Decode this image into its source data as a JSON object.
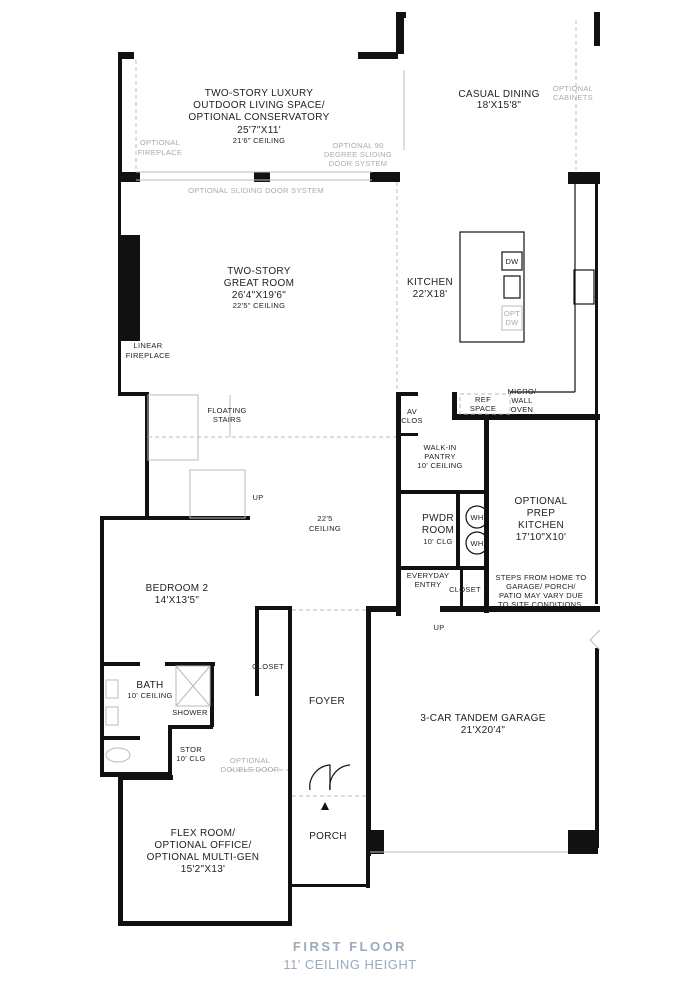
{
  "rooms": {
    "outdoor": {
      "l1": "TWO-STORY LUXURY",
      "l2": "OUTDOOR LIVING SPACE/",
      "l3": "OPTIONAL CONSERVATORY",
      "dim": "25'7\"X11'",
      "ceiling": "21'6\" CEILING"
    },
    "opt_fireplace": {
      "l1": "OPTIONAL",
      "l2": "FIREPLACE"
    },
    "opt_sliding90": {
      "l1": "OPTIONAL 90",
      "l2": "DEGREE SLIDING",
      "l3": "DOOR SYSTEM"
    },
    "opt_sliding": "OPTIONAL SLIDING DOOR SYSTEM",
    "casual_dining": {
      "name": "CASUAL DINING",
      "dim": "18'X15'8\""
    },
    "opt_cabinets": {
      "l1": "OPTIONAL",
      "l2": "CABINETS"
    },
    "great_room": {
      "l1": "TWO-STORY",
      "l2": "GREAT ROOM",
      "dim": "26'4\"X19'6\"",
      "ceiling": "22'5\" CEILING"
    },
    "linear_fireplace": {
      "l1": "LINEAR",
      "l2": "FIREPLACE"
    },
    "kitchen": {
      "name": "KITCHEN",
      "dim": "22'X18'",
      "dw": "DW",
      "opt_dw_1": "OPT",
      "opt_dw_2": "DW"
    },
    "ref_space": {
      "l1": "REF",
      "l2": "SPACE"
    },
    "micro": {
      "l1": "MICRO/",
      "l2": "WALL",
      "l3": "OVEN"
    },
    "av_clos": {
      "l1": "AV",
      "l2": "CLOS"
    },
    "floating_stairs": {
      "l1": "FLOATING",
      "l2": "STAIRS"
    },
    "pantry": {
      "l1": "WALK-IN",
      "l2": "PANTRY",
      "ceiling": "10' CEILING"
    },
    "stair_up": "UP",
    "hall_ceiling": {
      "l1": "22'5",
      "l2": "CEILING"
    },
    "pwdr": {
      "l1": "PWDR",
      "l2": "ROOM",
      "ceiling": "10' CLG"
    },
    "wh1": "WH",
    "wh2": "WH",
    "prep_kitchen": {
      "l1": "OPTIONAL",
      "l2": "PREP",
      "l3": "KITCHEN",
      "dim": "17'10\"X10'"
    },
    "steps_note": {
      "l1": "STEPS FROM HOME TO",
      "l2": "GARAGE/ PORCH/",
      "l3": "PATIO MAY VARY DUE",
      "l4": "TO SITE CONDITIONS."
    },
    "everyday_entry": {
      "l1": "EVERYDAY",
      "l2": "ENTRY"
    },
    "entry_closet": "CLOSET",
    "entry_up": "UP",
    "bedroom2": {
      "name": "BEDROOM 2",
      "dim": "14'X13'5\""
    },
    "bed_closet": "CLOSET",
    "bath": {
      "name": "BATH",
      "ceiling": "10' CEILING"
    },
    "shower": "SHOWER",
    "stor": {
      "l1": "STOR",
      "l2": "10' CLG"
    },
    "opt_double_door": {
      "l1": "OPTIONAL",
      "l2": "DOUBLE DOOR"
    },
    "foyer": "FOYER",
    "garage": {
      "name": "3-CAR TANDEM GARAGE",
      "dim": "21'X20'4\""
    },
    "flex": {
      "l1": "FLEX ROOM/",
      "l2": "OPTIONAL OFFICE/",
      "l3": "OPTIONAL MULTI-GEN",
      "dim": "15'2\"X13'"
    },
    "porch": "PORCH"
  },
  "footer": {
    "title": "FIRST FLOOR",
    "subtitle": "11' CEILING HEIGHT"
  },
  "colors": {
    "wall": "#111111",
    "optional": "#aaaaaa",
    "title": "#9aabbd"
  }
}
